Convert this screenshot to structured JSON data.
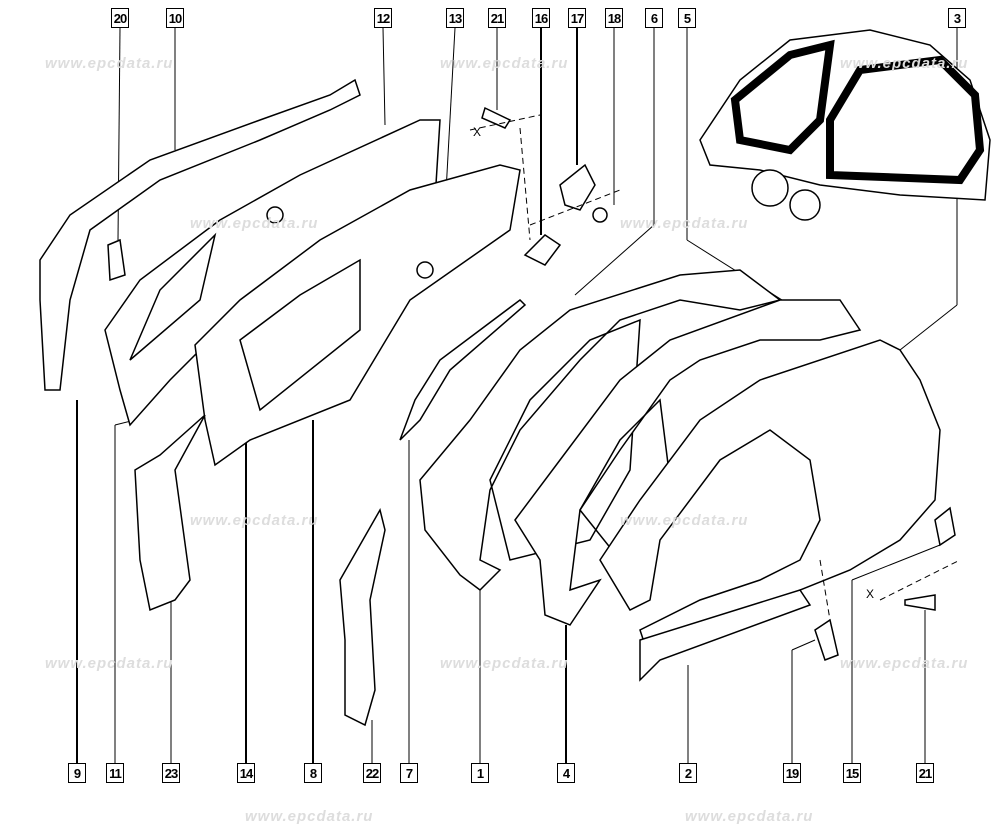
{
  "watermark": "www.epcdata.ru",
  "callouts_top": [
    "20",
    "10",
    "12",
    "13",
    "21",
    "16",
    "17",
    "18",
    "6",
    "5",
    "3"
  ],
  "callouts_bottom": [
    "9",
    "11",
    "23",
    "14",
    "8",
    "22",
    "7",
    "1",
    "4",
    "2",
    "19",
    "15",
    "21"
  ],
  "axis_marks": [
    "X",
    "X"
  ]
}
